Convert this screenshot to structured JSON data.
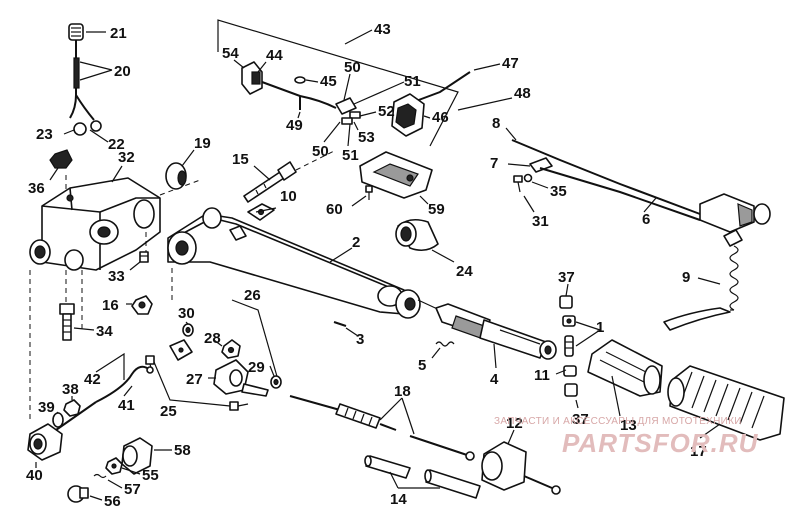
{
  "callouts": {
    "c1": "1",
    "c2": "2",
    "c3": "3",
    "c4": "4",
    "c5": "5",
    "c6": "6",
    "c7": "7",
    "c8": "8",
    "c9": "9",
    "c10": "10",
    "c11": "11",
    "c12": "12",
    "c13": "13",
    "c14": "14",
    "c15": "15",
    "c16": "16",
    "c17": "17",
    "c18": "18",
    "c19": "19",
    "c20": "20",
    "c21": "21",
    "c22": "22",
    "c23": "23",
    "c24": "24",
    "c25": "25",
    "c26": "26",
    "c27": "27",
    "c28": "28",
    "c29": "29",
    "c30": "30",
    "c31": "31",
    "c32": "32",
    "c33": "33",
    "c34": "34",
    "c35": "35",
    "c36": "36",
    "c37a": "37",
    "c37b": "37",
    "c38": "38",
    "c39": "39",
    "c40": "40",
    "c41": "41",
    "c42": "42",
    "c43": "43",
    "c44": "44",
    "c45": "45",
    "c46": "46",
    "c47": "47",
    "c48": "48",
    "c49": "49",
    "c50a": "50",
    "c50b": "50",
    "c51a": "51",
    "c51b": "51",
    "c52": "52",
    "c53": "53",
    "c54": "54",
    "c55": "55",
    "c56": "56",
    "c57": "57",
    "c58": "58",
    "c59": "59",
    "c60": "60"
  },
  "watermark": {
    "tagline": "ЗАПЧАСТИ И АКСЕССУАРЫ ДЛЯ МОТОТЕХНИКИ",
    "brand": "PARTSFOR.RU"
  }
}
